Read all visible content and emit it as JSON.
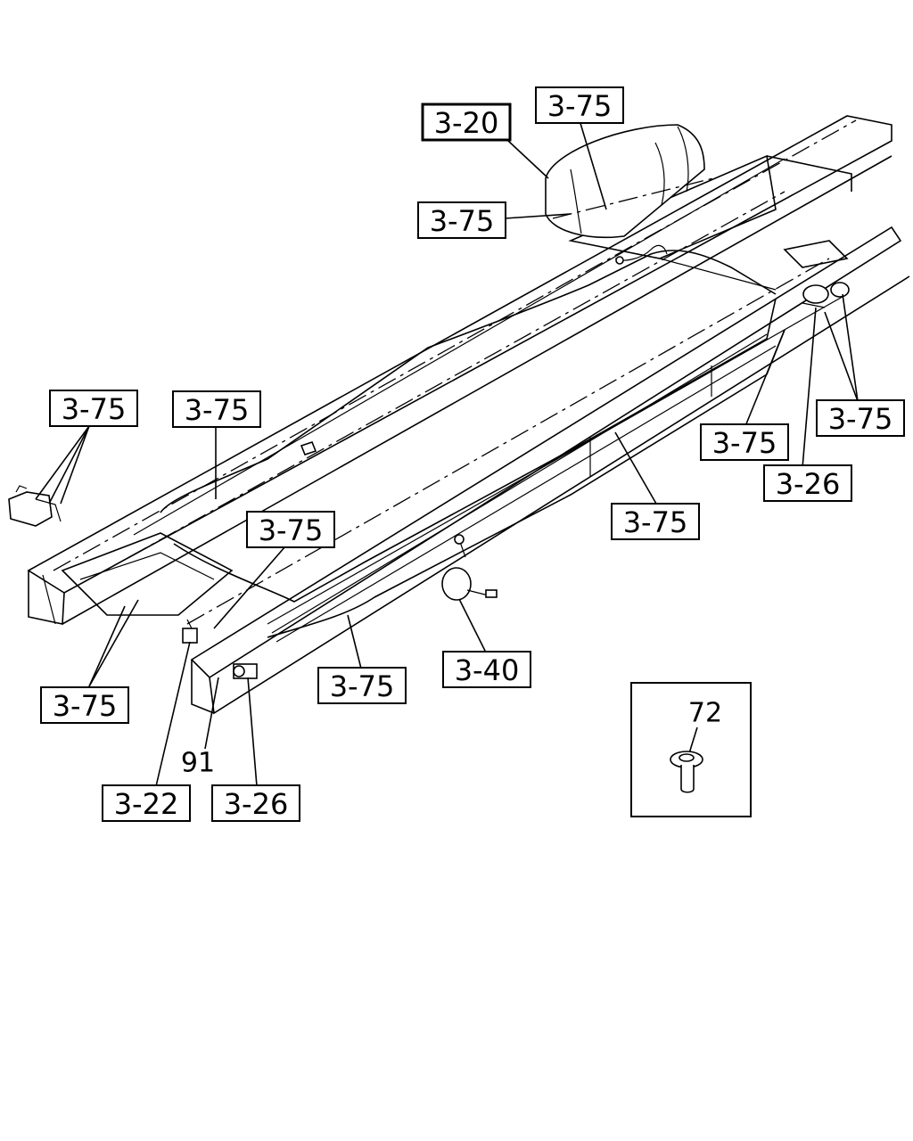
{
  "callouts": [
    {
      "id": "c-3-20",
      "label": "3-20"
    },
    {
      "id": "c-3-75-top",
      "label": "3-75"
    },
    {
      "id": "c-3-75-upper",
      "label": "3-75"
    },
    {
      "id": "c-3-75-left",
      "label": "3-75"
    },
    {
      "id": "c-3-75-frame",
      "label": "3-75"
    },
    {
      "id": "c-3-75-mid",
      "label": "3-75"
    },
    {
      "id": "c-3-75-right-a",
      "label": "3-75"
    },
    {
      "id": "c-3-75-right-b",
      "label": "3-75"
    },
    {
      "id": "c-3-26-right",
      "label": "3-26"
    },
    {
      "id": "c-3-75-rail",
      "label": "3-75"
    },
    {
      "id": "c-3-75-lower",
      "label": "3-75"
    },
    {
      "id": "c-3-40",
      "label": "3-40"
    },
    {
      "id": "c-3-75-bottom-left",
      "label": "3-75"
    },
    {
      "id": "c-3-22",
      "label": "3-22"
    },
    {
      "id": "c-3-26-bottom",
      "label": "3-26"
    }
  ],
  "plain_labels": {
    "part_91": "91",
    "part_72": "72"
  }
}
